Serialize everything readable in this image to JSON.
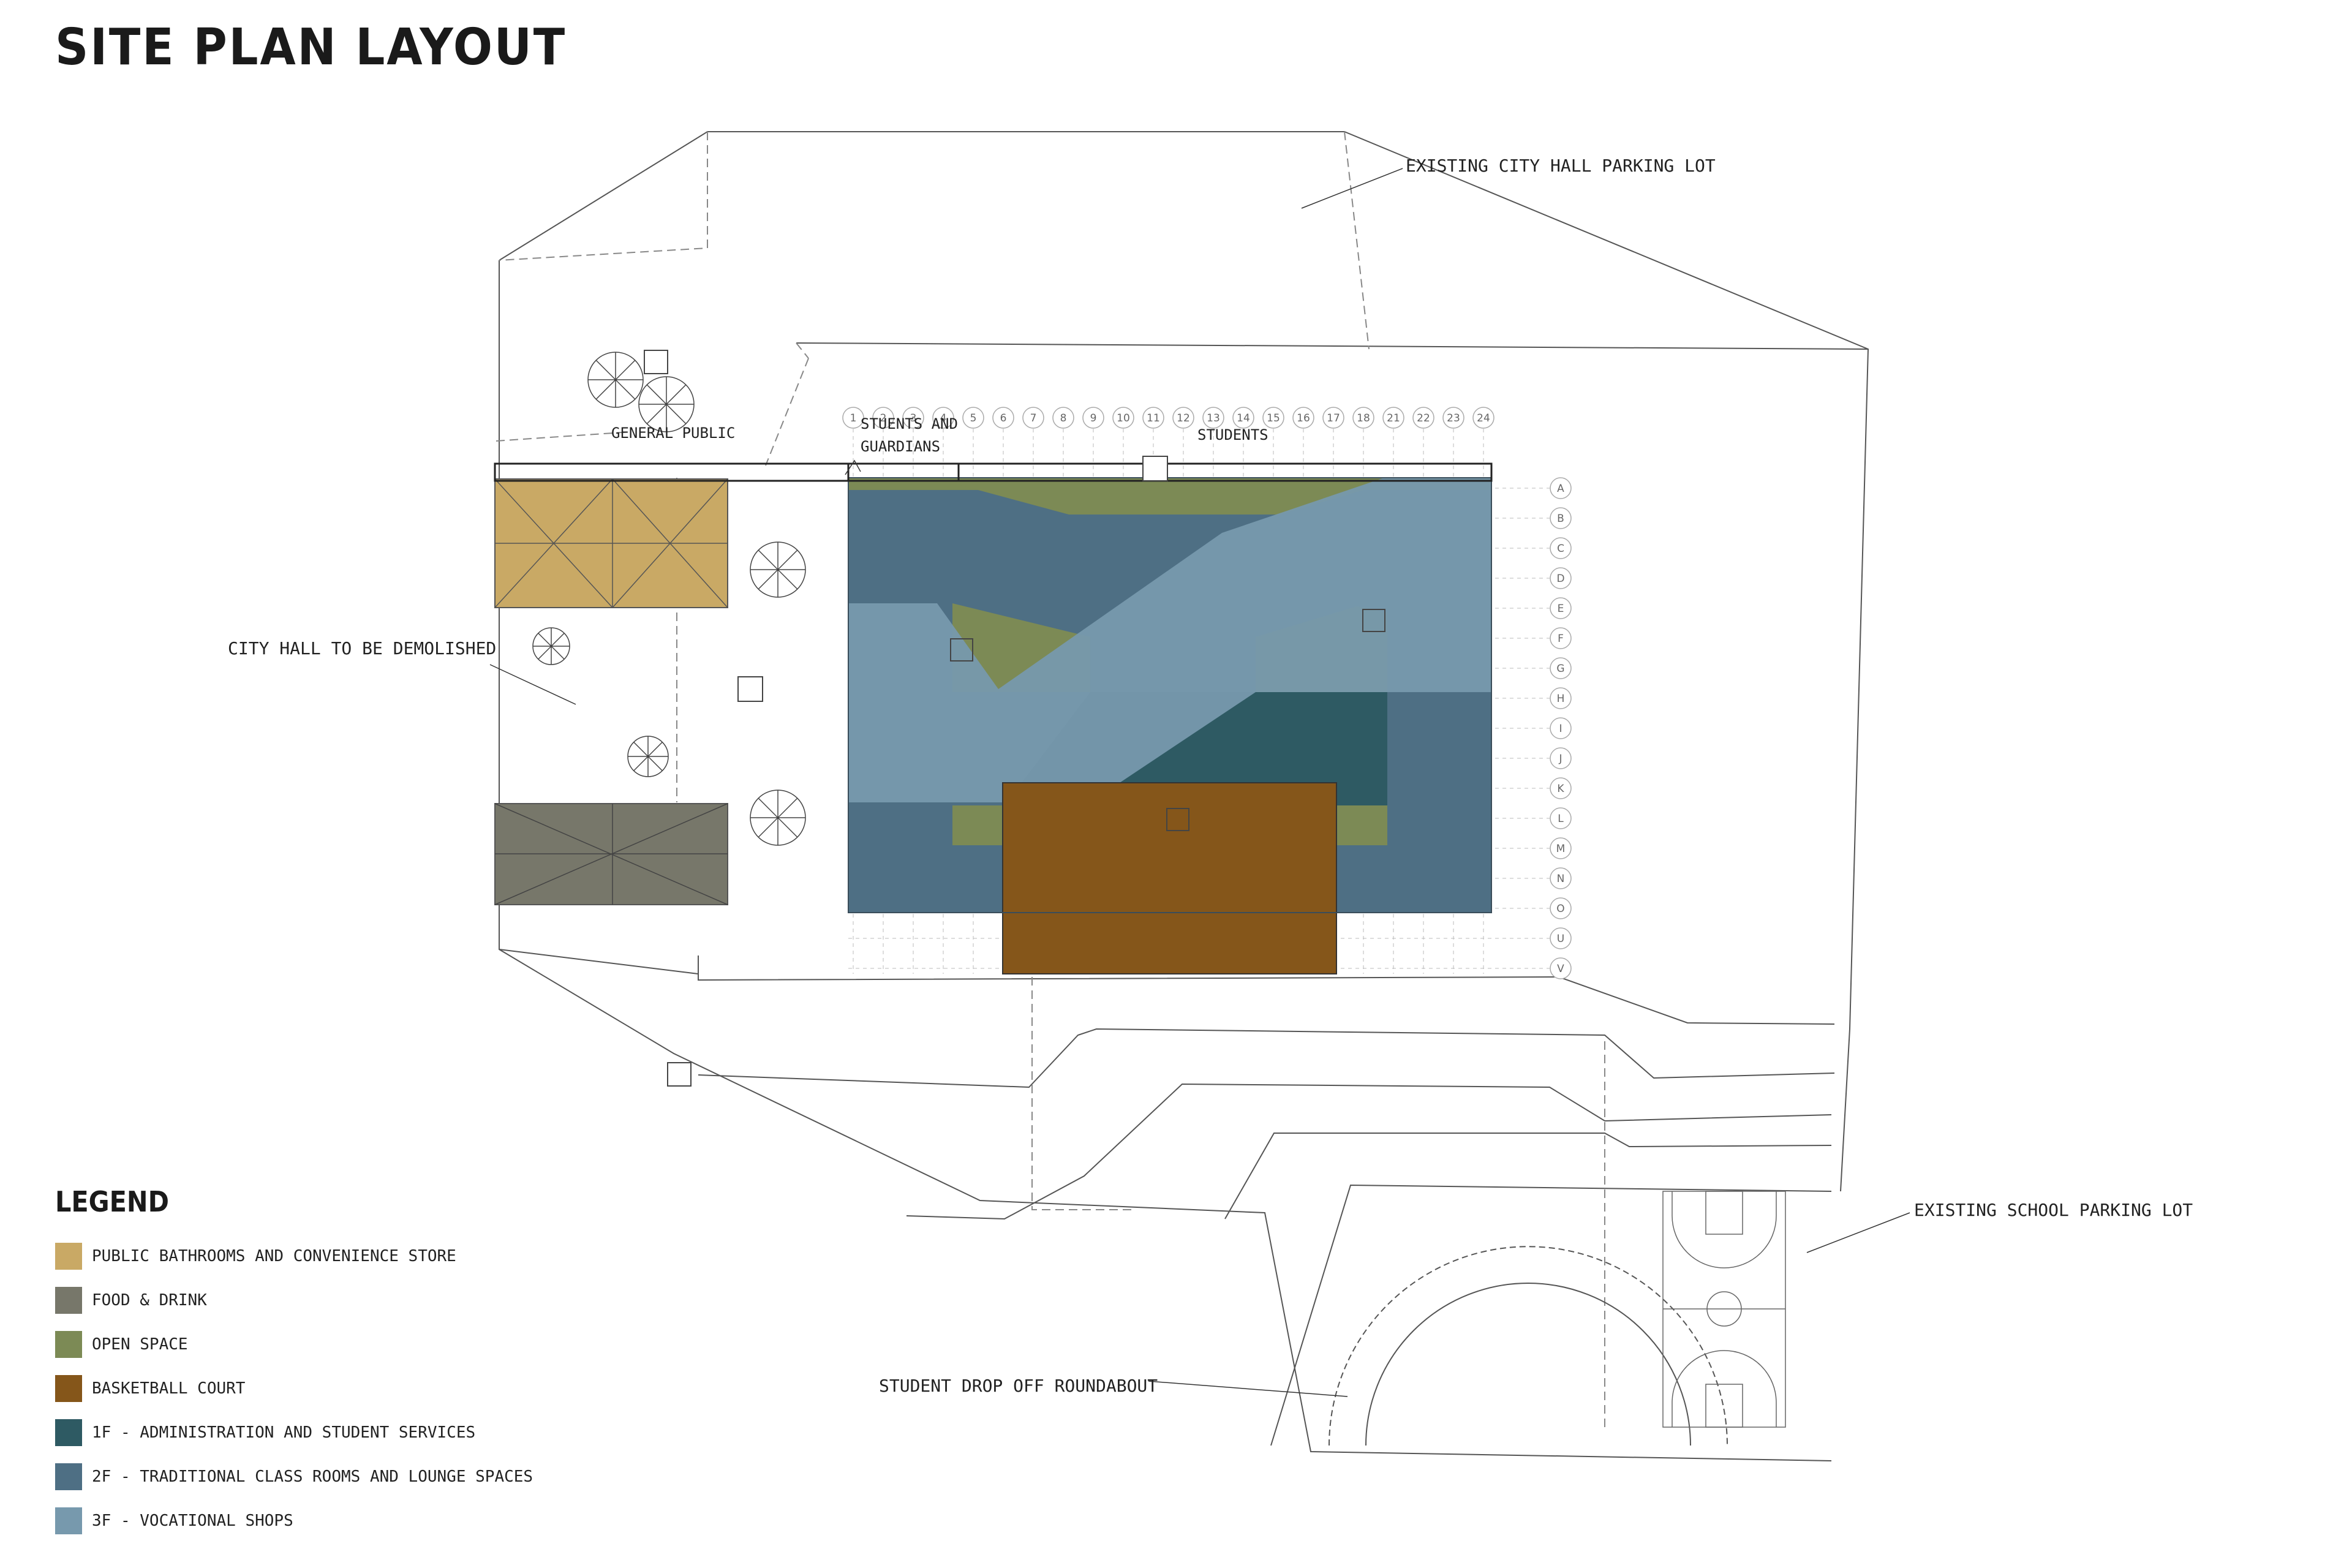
{
  "title": "SITE PLAN LAYOUT",
  "labels": {
    "city_hall_parking": "EXISTING CITY HALL PARKING LOT",
    "general_public": "GENERAL PUBLIC",
    "students_guardians_1": "STUENTS AND",
    "students_guardians_2": "GUARDIANS",
    "students": "STUDENTS",
    "city_hall_demolished": "CITY HALL TO BE DEMOLISHED",
    "school_parking": "EXISTING SCHOOL PARKING LOT",
    "drop_off": "STUDENT DROP OFF ROUNDABOUT"
  },
  "grid_columns": [
    "1",
    "2",
    "3",
    "4",
    "5",
    "6",
    "7",
    "8",
    "9",
    "10",
    "11",
    "12",
    "13",
    "14",
    "15",
    "16",
    "17",
    "18",
    "21",
    "22",
    "23",
    "24"
  ],
  "grid_rows": [
    "A",
    "B",
    "C",
    "D",
    "E",
    "F",
    "G",
    "H",
    "I",
    "J",
    "K",
    "L",
    "M",
    "N",
    "O",
    "U",
    "V"
  ],
  "legend": {
    "title": "LEGEND",
    "items": [
      {
        "label": "PUBLIC BATHROOMS AND CONVENIENCE STORE",
        "color": "#c9a965"
      },
      {
        "label": "FOOD & DRINK",
        "color": "#77776a"
      },
      {
        "label": "OPEN SPACE",
        "color": "#7c8a55"
      },
      {
        "label": "BASKETBALL COURT",
        "color": "#85561a"
      },
      {
        "label": "1F - ADMINISTRATION AND STUDENT SERVICES",
        "color": "#2e5a63"
      },
      {
        "label": "2F - TRADITIONAL CLASS ROOMS AND LOUNGE SPACES",
        "color": "#4e6f84"
      },
      {
        "label": "3F - VOCATIONAL SHOPS",
        "color": "#7799ad"
      }
    ]
  }
}
